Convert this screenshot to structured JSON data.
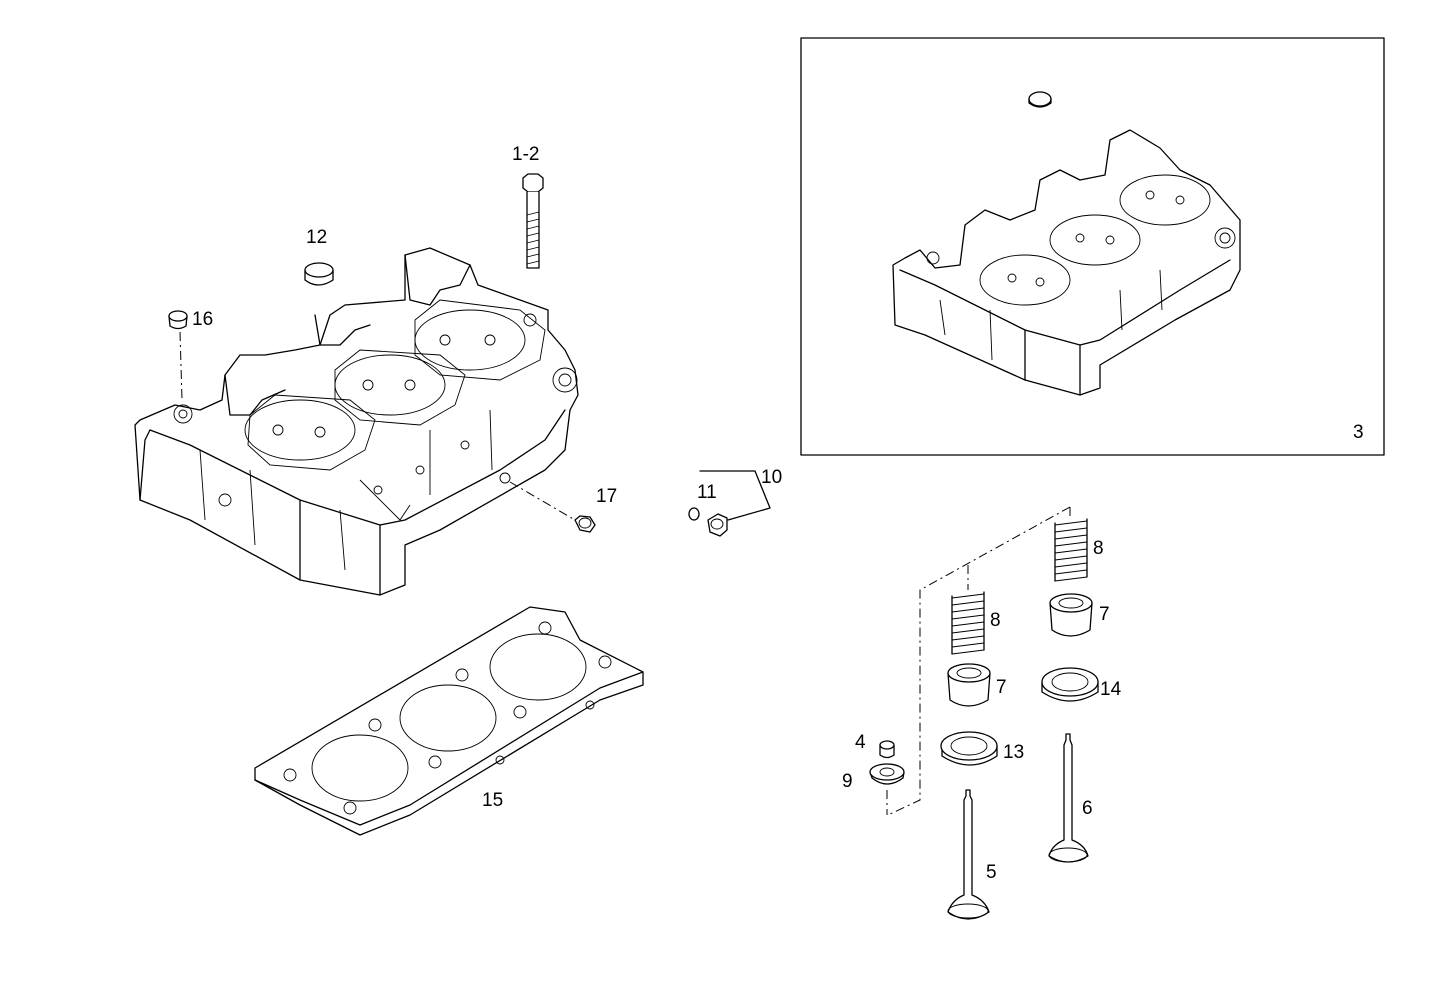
{
  "callouts": {
    "c1_2": "1-2",
    "c3": "3",
    "c4": "4",
    "c5": "5",
    "c6": "6",
    "c7a": "7",
    "c7b": "7",
    "c8a": "8",
    "c8b": "8",
    "c9": "9",
    "c10": "10",
    "c11": "11",
    "c12": "12",
    "c13": "13",
    "c14": "14",
    "c15": "15",
    "c16": "16",
    "c17": "17"
  }
}
